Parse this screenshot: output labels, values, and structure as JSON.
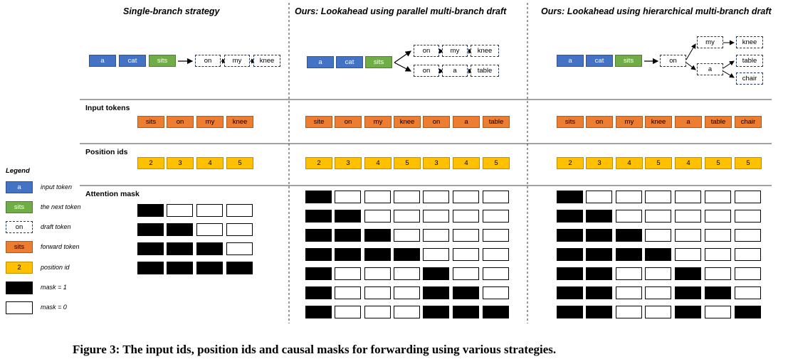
{
  "columns": [
    {
      "heading": "Single-branch strategy",
      "draft": {
        "committed": [
          "a",
          "cat",
          "sits"
        ],
        "draft_tokens": [
          "on",
          "my",
          "knee"
        ]
      },
      "input_tokens": [
        "sits",
        "on",
        "my",
        "knee"
      ],
      "position_ids": [
        "2",
        "3",
        "4",
        "5"
      ],
      "attention_mask": [
        [
          1,
          0,
          0,
          0
        ],
        [
          1,
          1,
          0,
          0
        ],
        [
          1,
          1,
          1,
          0
        ],
        [
          1,
          1,
          1,
          1
        ]
      ]
    },
    {
      "heading": "Ours: Lookahead using parallel multi-branch draft",
      "draft": {
        "committed": [
          "a",
          "cat",
          "sits"
        ],
        "branch_1": [
          "on",
          "my",
          "knee"
        ],
        "branch_2": [
          "on",
          "a",
          "table"
        ]
      },
      "input_tokens": [
        "site",
        "on",
        "my",
        "knee",
        "on",
        "a",
        "table"
      ],
      "position_ids": [
        "2",
        "3",
        "4",
        "5",
        "3",
        "4",
        "5"
      ],
      "attention_mask": [
        [
          1,
          0,
          0,
          0,
          0,
          0,
          0
        ],
        [
          1,
          1,
          0,
          0,
          0,
          0,
          0
        ],
        [
          1,
          1,
          1,
          0,
          0,
          0,
          0
        ],
        [
          1,
          1,
          1,
          1,
          0,
          0,
          0
        ],
        [
          1,
          0,
          0,
          0,
          1,
          0,
          0
        ],
        [
          1,
          0,
          0,
          0,
          1,
          1,
          0
        ],
        [
          1,
          0,
          0,
          0,
          1,
          1,
          1
        ]
      ]
    },
    {
      "heading": "Ours: Lookahead using hierarchical multi-branch draft",
      "draft": {
        "committed": [
          "a",
          "cat",
          "sits"
        ],
        "root": "on",
        "mid": [
          "my",
          "a"
        ],
        "leaves": [
          "knee",
          "table",
          "chair"
        ]
      },
      "input_tokens": [
        "sits",
        "on",
        "my",
        "knee",
        "a",
        "table",
        "chair"
      ],
      "position_ids": [
        "2",
        "3",
        "4",
        "5",
        "4",
        "5",
        "5"
      ],
      "attention_mask": [
        [
          1,
          0,
          0,
          0,
          0,
          0,
          0
        ],
        [
          1,
          1,
          0,
          0,
          0,
          0,
          0
        ],
        [
          1,
          1,
          1,
          0,
          0,
          0,
          0
        ],
        [
          1,
          1,
          1,
          1,
          0,
          0,
          0
        ],
        [
          1,
          1,
          0,
          0,
          1,
          0,
          0
        ],
        [
          1,
          1,
          0,
          0,
          1,
          1,
          0
        ],
        [
          1,
          1,
          0,
          0,
          1,
          0,
          1
        ]
      ]
    }
  ],
  "row_labels": {
    "input_tokens": "Input tokens",
    "position_ids": "Position ids",
    "attention_mask": "Attention mask"
  },
  "legend": {
    "title": "Legend",
    "items": [
      {
        "swatch": "a",
        "kind": "input",
        "text": "input token"
      },
      {
        "swatch": "sits",
        "kind": "next",
        "text": "the next token"
      },
      {
        "swatch": "on",
        "kind": "draft",
        "text": "draft token"
      },
      {
        "swatch": "sits",
        "kind": "fwd",
        "text": "forward token"
      },
      {
        "swatch": "2",
        "kind": "pos",
        "text": "position id"
      },
      {
        "swatch": "",
        "kind": "mask1",
        "text": "mask = 1"
      },
      {
        "swatch": "",
        "kind": "mask0",
        "text": "mask = 0"
      }
    ]
  },
  "caption": "Figure 3: The input ids, position ids and causal masks for forwarding using various strategies.",
  "colors": {
    "input": "#4472C4",
    "next": "#70AD47",
    "forward": "#ED7D31",
    "position": "#FFC000",
    "mask_on": "#000000",
    "mask_off": "#FFFFFF"
  }
}
